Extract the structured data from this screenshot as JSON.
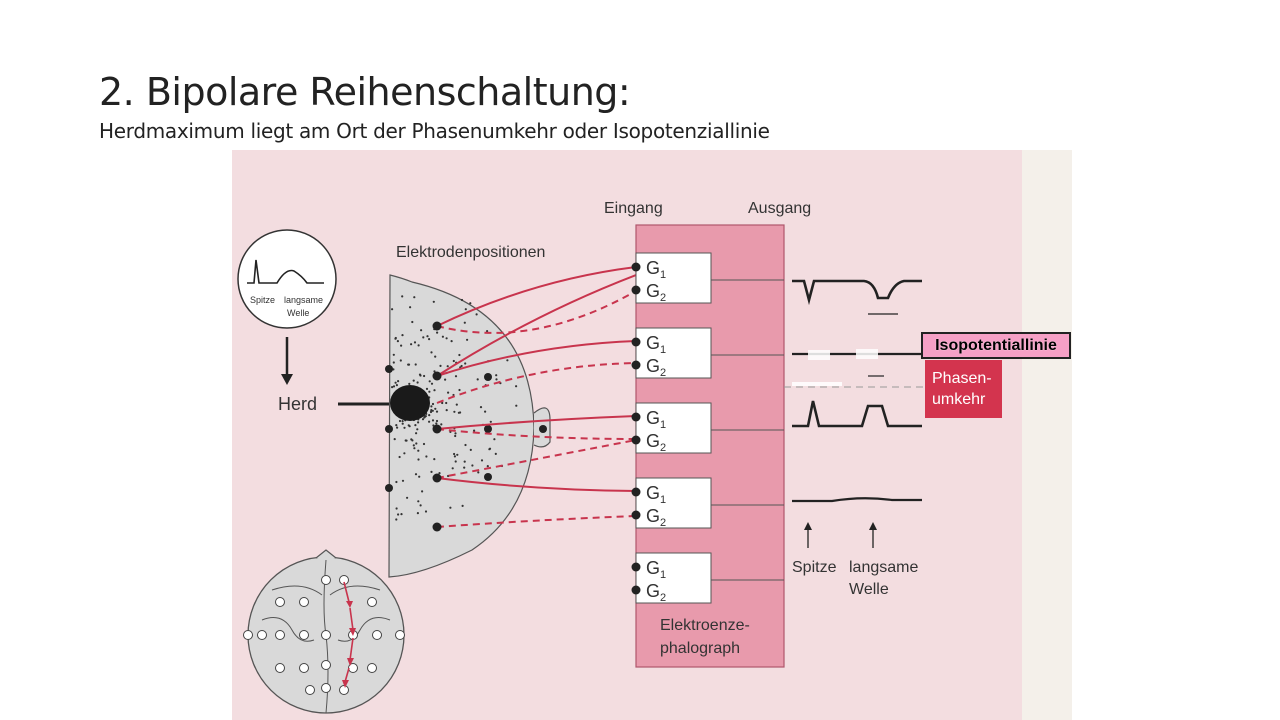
{
  "slide": {
    "title": "2. Bipolare Reihenschaltung:",
    "subtitle": "Herdmaximum liegt am Ort der Phasenumkehr oder Isopotenziallinie"
  },
  "figure": {
    "electrode_positions_label": "Elektrodenpositionen",
    "input_label": "Eingang",
    "output_label": "Ausgang",
    "focus_label": "Herd",
    "inset_spike_label": "Spitze",
    "inset_slow_label": "langsame",
    "inset_wave_label": "Welle",
    "channels": [
      {
        "g1": "G",
        "g2": "G",
        "sub1": "1",
        "sub2": "2"
      },
      {
        "g1": "G",
        "g2": "G",
        "sub1": "1",
        "sub2": "2"
      },
      {
        "g1": "G",
        "g2": "G",
        "sub1": "1",
        "sub2": "2"
      },
      {
        "g1": "G",
        "g2": "G",
        "sub1": "1",
        "sub2": "2"
      },
      {
        "g1": "G",
        "g2": "G",
        "sub1": "1",
        "sub2": "2"
      }
    ],
    "device_label_line1": "Elektroenze-",
    "device_label_line2": "phalograph",
    "phase_reversal_line1": "Phasen-",
    "phase_reversal_line2": "umkehr",
    "bottom_spike_label": "Spitze",
    "bottom_slow_label": "langsame",
    "bottom_wave_label": "Welle",
    "accent_color": "#d3344e",
    "panel_color": "#e89aac",
    "background_color": "#f3dde0"
  },
  "annotation": {
    "isopotential_label": "Isopotentiallinie"
  }
}
